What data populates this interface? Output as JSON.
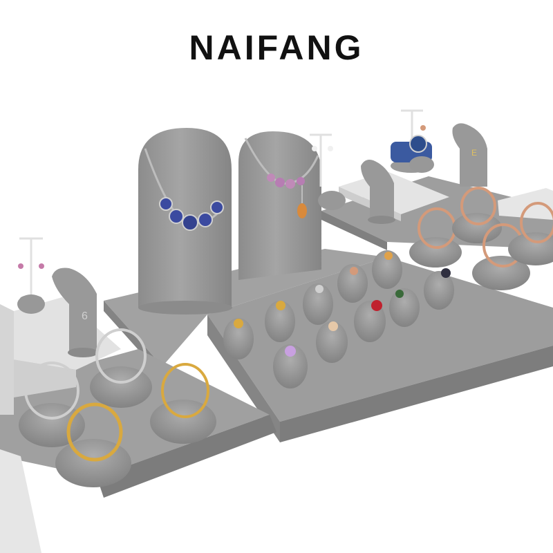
{
  "brand": {
    "name": "NAIFANG"
  },
  "colors": {
    "background": "#ffffff",
    "velvet_top": "#9b9b9b",
    "velvet_side": "#7a7a7a",
    "velvet_light": "#a6a6a6",
    "stone": "#e3e3e3",
    "gold": "#d9a93f",
    "silver": "#c8c8c8",
    "rose_gold": "#d49a7a",
    "sapphire": "#3b4aa0",
    "amethyst": "#b77db3",
    "ruby": "#c0212e",
    "amber": "#d98a3c"
  },
  "scene": {
    "description_items": [
      "necklace-bust",
      "ring-holder",
      "bangle-stand",
      "earring-stand",
      "watch-stand",
      "display-tray"
    ]
  }
}
